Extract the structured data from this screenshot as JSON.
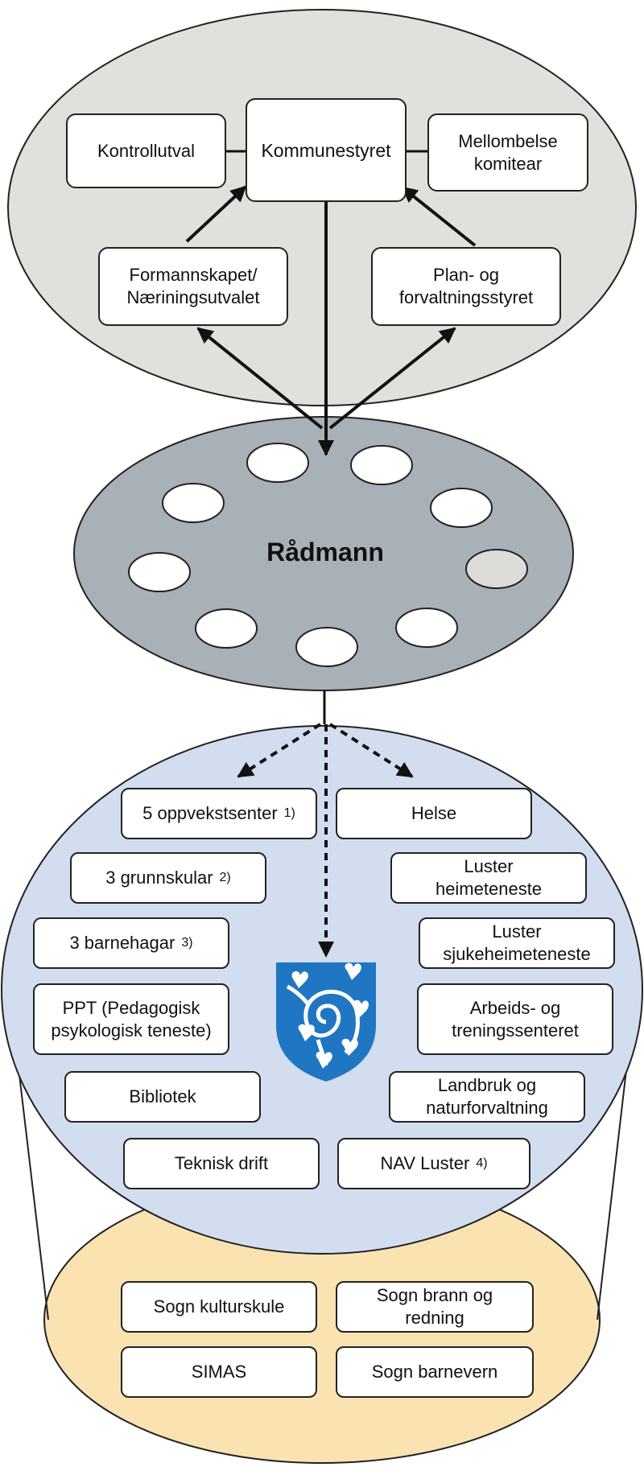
{
  "council": {
    "kommunestyret": "Kommunestyret",
    "kontrollutval": "Kontrollutval",
    "mellombelse": "Mellombelse\nkomitear",
    "formannskapet": "Formannskapet/\nNæriningsutvalet",
    "plan": "Plan- og\nforvaltningsstyret"
  },
  "admin": {
    "title": "Rådmann"
  },
  "units_left": [
    {
      "label": "5 oppvekstsenter",
      "note": "1)"
    },
    {
      "label": "3 grunnskular",
      "note": "2)"
    },
    {
      "label": "3 barnehagar",
      "note": "3)"
    },
    {
      "label": "PPT (Pedagogisk\npsykologisk teneste)",
      "note": ""
    },
    {
      "label": "Bibliotek",
      "note": ""
    },
    {
      "label": "Teknisk drift",
      "note": ""
    }
  ],
  "units_right": [
    {
      "label": "Helse",
      "note": ""
    },
    {
      "label": "Luster\nheimeteneste",
      "note": ""
    },
    {
      "label": "Luster\nsjukeheimeteneste",
      "note": ""
    },
    {
      "label": "Arbeids- og\ntreningssenteret",
      "note": ""
    },
    {
      "label": "Landbruk og\nnaturforvaltning",
      "note": ""
    },
    {
      "label": "NAV Luster",
      "note": "4)"
    }
  ],
  "intermunicipal": [
    {
      "label": "Sogn kulturskule"
    },
    {
      "label": "Sogn brann og\nredning"
    },
    {
      "label": "SIMAS"
    },
    {
      "label": "Sogn barnevern"
    }
  ],
  "colors": {
    "top_ellipse": "#e0e0dc",
    "radmann_ellipse": "#a9b1b8",
    "units_ellipse": "#d2ddf0",
    "bottom_ellipse": "#fbe3b1",
    "crest_blue": "#1f76c2"
  },
  "icons": {
    "crest": "municipal-coat-of-arms-icon"
  }
}
